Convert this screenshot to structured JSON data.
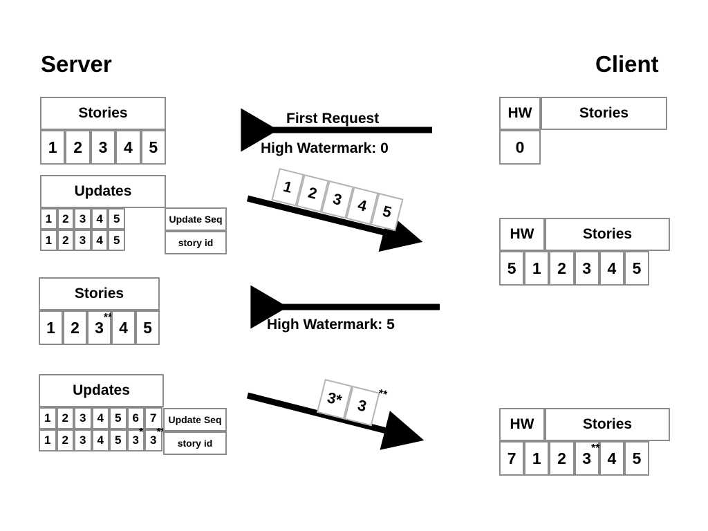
{
  "columns": {
    "server_title": "Server",
    "client_title": "Client"
  },
  "server": {
    "stories_1": {
      "header": "Stories",
      "cells": [
        {
          "value": "1",
          "sup": ""
        },
        {
          "value": "2",
          "sup": ""
        },
        {
          "value": "3",
          "sup": ""
        },
        {
          "value": "4",
          "sup": ""
        },
        {
          "value": "5",
          "sup": ""
        }
      ]
    },
    "updates_1": {
      "header": "Updates",
      "update_seq": [
        "1",
        "2",
        "3",
        "4",
        "5"
      ],
      "story_id": [
        {
          "value": "1",
          "sup": ""
        },
        {
          "value": "2",
          "sup": ""
        },
        {
          "value": "3",
          "sup": ""
        },
        {
          "value": "4",
          "sup": ""
        },
        {
          "value": "5",
          "sup": ""
        }
      ],
      "label_update_seq": "Update Seq",
      "label_story_id": "story id"
    },
    "stories_2": {
      "header": "Stories",
      "cells": [
        {
          "value": "1",
          "sup": ""
        },
        {
          "value": "2",
          "sup": ""
        },
        {
          "value": "3",
          "sup": "**"
        },
        {
          "value": "4",
          "sup": ""
        },
        {
          "value": "5",
          "sup": ""
        }
      ]
    },
    "updates_2": {
      "header": "Updates",
      "update_seq": [
        "1",
        "2",
        "3",
        "4",
        "5",
        "6",
        "7"
      ],
      "story_id": [
        {
          "value": "1",
          "sup": ""
        },
        {
          "value": "2",
          "sup": ""
        },
        {
          "value": "3",
          "sup": ""
        },
        {
          "value": "4",
          "sup": ""
        },
        {
          "value": "5",
          "sup": ""
        },
        {
          "value": "3",
          "sup": "*"
        },
        {
          "value": "3",
          "sup": "**"
        }
      ],
      "label_update_seq": "Update Seq",
      "label_story_id": "story id"
    }
  },
  "client": {
    "table_1": {
      "hw_header": "HW",
      "stories_header": "Stories",
      "hw_value": "0",
      "stories": []
    },
    "table_2": {
      "hw_header": "HW",
      "stories_header": "Stories",
      "hw_value": "5",
      "stories": [
        {
          "value": "1",
          "sup": ""
        },
        {
          "value": "2",
          "sup": ""
        },
        {
          "value": "3",
          "sup": ""
        },
        {
          "value": "4",
          "sup": ""
        },
        {
          "value": "5",
          "sup": ""
        }
      ]
    },
    "table_3": {
      "hw_header": "HW",
      "stories_header": "Stories",
      "hw_value": "7",
      "stories": [
        {
          "value": "1",
          "sup": ""
        },
        {
          "value": "2",
          "sup": ""
        },
        {
          "value": "3",
          "sup": "**"
        },
        {
          "value": "4",
          "sup": ""
        },
        {
          "value": "5",
          "sup": ""
        }
      ]
    }
  },
  "messages": {
    "first_request": "First Request",
    "high_watermark_0": "High Watermark: 0",
    "high_watermark_5": "High Watermark: 5",
    "payload_1": [
      {
        "value": "1",
        "sup": ""
      },
      {
        "value": "2",
        "sup": ""
      },
      {
        "value": "3",
        "sup": ""
      },
      {
        "value": "4",
        "sup": ""
      },
      {
        "value": "5",
        "sup": ""
      }
    ],
    "payload_2": [
      {
        "value": "3*",
        "sup": ""
      },
      {
        "value": "3",
        "sup": "**"
      }
    ]
  },
  "colors": {
    "border": "#8c8c8c",
    "packet_border": "#b3b3b3",
    "arrow": "#000000",
    "text": "#000000",
    "background": "#ffffff"
  }
}
